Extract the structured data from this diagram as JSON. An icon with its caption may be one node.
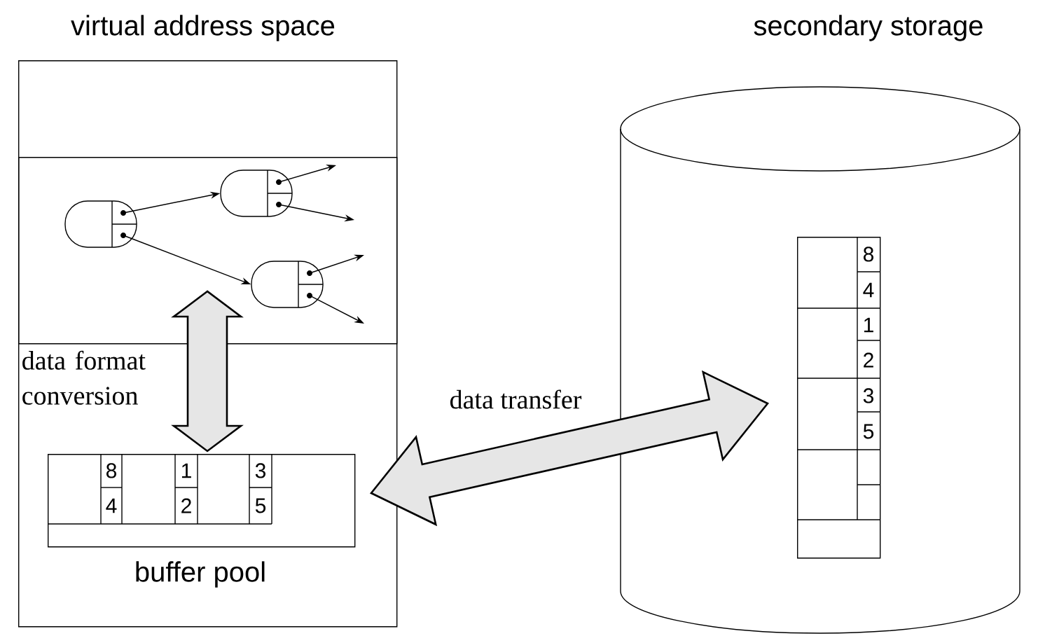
{
  "diagram": {
    "nodes": [
      {
        "text": [
          "virtual address space"
        ]
      },
      {
        "text": [],
        "shape": "box",
        "in": 0
      },
      {
        "text": [],
        "shape": "box",
        "in": 1
      },
      {
        "text": [],
        "shape": "box",
        "in": 1
      },
      {
        "text": [],
        "shape": "box",
        "in": 1
      },
      {
        "text": [
          "buffer pool"
        ],
        "in": 0
      },
      {
        "text": [
          "secondary storage"
        ]
      },
      {
        "text": [],
        "shape": "box",
        "in": 6
      }
    ],
    "edges": [
      {
        "from": 2,
        "to": 3,
        "arrow": "to"
      },
      {
        "from": 2,
        "to": 4,
        "arrow": "to"
      },
      {
        "from": 3,
        "to": null,
        "arrow": "to"
      },
      {
        "from": 3,
        "to": null,
        "arrow": "to"
      },
      {
        "from": 4,
        "to": null,
        "arrow": "to"
      },
      {
        "from": 4,
        "to": null,
        "arrow": "to"
      },
      {
        "from": 1,
        "to": 5,
        "arrow": "both",
        "style": "thick",
        "label": "data format conversion"
      },
      {
        "from": 5,
        "to": 7,
        "arrow": "both",
        "style": "thick",
        "label": "data transfer"
      }
    ],
    "labels": [
      "8",
      "1",
      "3",
      "4",
      "2",
      "5",
      "8",
      "4",
      "1",
      "2",
      "3",
      "5"
    ]
  }
}
